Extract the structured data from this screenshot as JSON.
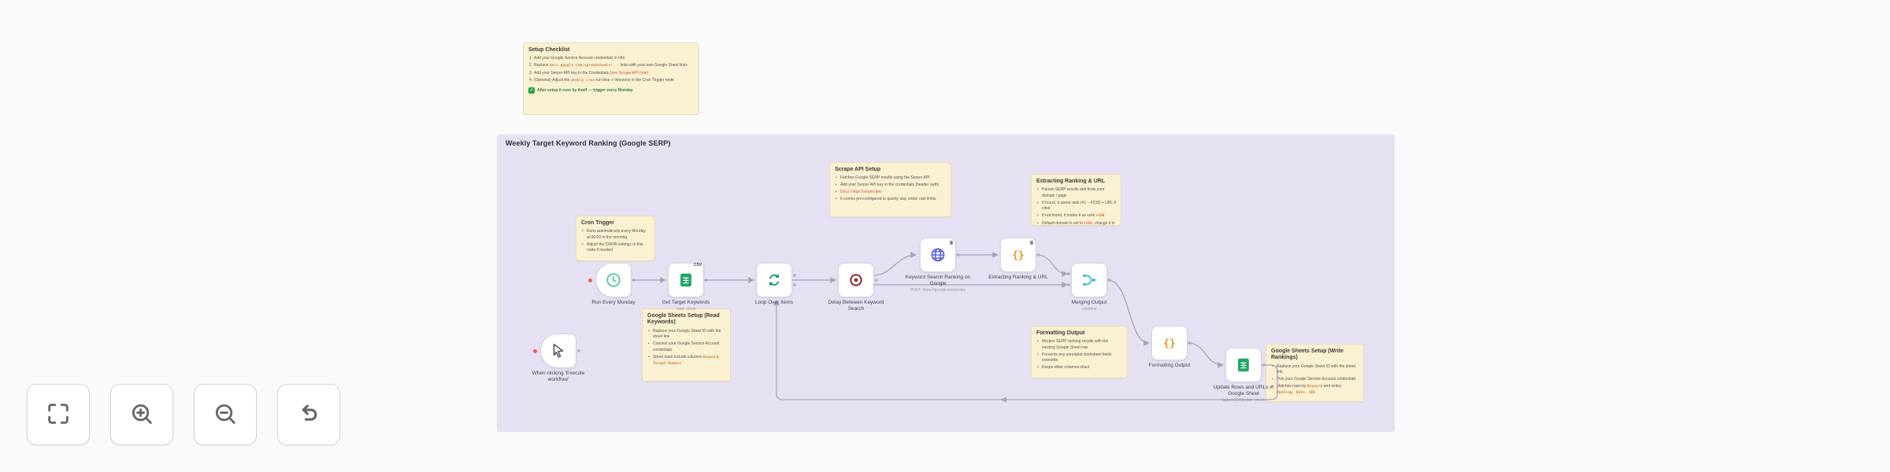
{
  "workflow": {
    "title": "Weekly Target Keyword Ranking (Google SERP)"
  },
  "stickies": {
    "setup_checklist": {
      "title": "Setup Checklist",
      "items": [
        "Add your Google Service Account credentials in n8n",
        "Replace `docs.google.com/spreadsheets/...` links with your own Google Sheet links",
        "Add your Serper API key in the Credentials [[(see Scrape API note)]]",
        "(Optional) Adjust the `weekly cron` run time + timezone in the Cron Trigger node"
      ],
      "note": "After setup it runs by itself — trigger every Monday"
    },
    "cron_trigger": {
      "title": "Cron Trigger",
      "items": [
        "Runs automatically every Monday at 06:00 in the morning",
        "Adjust the CRON settings in this node if needed"
      ]
    },
    "scrape_api": {
      "title": "Scrape API Setup",
      "items": [
        "Fetches Google SERP results using the Serper API",
        "Add your Serper API key in the credentials (header auth)",
        "[[Docs: https://serper.dev]]",
        "It comes pre-configured to quietly stay under rate limits"
      ]
    },
    "extracting": {
      "title": "Extracting Ranking & URL",
      "items": [
        "Parses SERP results and finds your domain / page",
        "If found, it saves rank (#1 – #100) + URL it cited",
        "If not found, it marks it as rank `>100`",
        "Default domain is set in [[code]], change it to yours"
      ]
    },
    "read_keywords": {
      "title": "Google Sheets Setup (Read Keywords)",
      "items": [
        "Replace your Google Sheet ID with the sheet link",
        "Connect your Google Service Account credentials",
        "Sheet must include columns `Keyword`, `Target Domain`"
      ]
    },
    "formatting": {
      "title": "Formatting Output",
      "items": [
        "Merges SERP ranking results with the existing Google Sheet row",
        "Prevents any unrelated worksheet fields overwrite",
        "Keeps other columns intact"
      ]
    },
    "write_rankings": {
      "title": "Google Sheets Setup (Write Rankings)",
      "items": [
        "Replace your Google Sheet ID with the sheet link",
        "Pick your Google Service Account credentials",
        "Matches rows by `Keyword` and writes `Ranking, Date, URL`"
      ]
    }
  },
  "nodes": [
    {
      "id": "manual-trigger",
      "label": "When clicking ‘Execute workflow’",
      "icon": "cursor",
      "type": "trigger",
      "issue": true
    },
    {
      "id": "schedule-trigger",
      "label": "Run Every Monday",
      "icon": "clock",
      "type": "trigger",
      "issue": true
    },
    {
      "id": "get-keywords",
      "label": "Get Target Keywords",
      "subtitle": "read: sheet",
      "badge": "CSV",
      "icon": "sheets"
    },
    {
      "id": "loop",
      "label": "Loop Over Items",
      "icon": "loop"
    },
    {
      "id": "delay",
      "label": "Delay Between Keyword Search",
      "icon": "target"
    },
    {
      "id": "serp-request",
      "label": "Keyword Search Ranking on Google",
      "subtitle": "POST: https://google.serper.dev",
      "icon": "globe",
      "badge_dot": true
    },
    {
      "id": "extract-code",
      "label": "Extracting Ranking & URL",
      "icon": "code",
      "badge_dot": true
    },
    {
      "id": "merge",
      "label": "Merging Output",
      "subtitle": "combine",
      "icon": "merge"
    },
    {
      "id": "format-code",
      "label": "Formatting Output",
      "icon": "code"
    },
    {
      "id": "update-sheet",
      "label": "Update Rows and URLs in Google Sheet",
      "subtitle": "appendOrUpdate: sheet",
      "icon": "sheets"
    }
  ],
  "toolbar": {
    "buttons": [
      {
        "id": "fit-view",
        "icon": "fit-view-icon"
      },
      {
        "id": "zoom-in",
        "icon": "zoom-in-icon"
      },
      {
        "id": "zoom-out",
        "icon": "zoom-out-icon"
      },
      {
        "id": "undo",
        "icon": "undo-icon"
      }
    ]
  },
  "colors": {
    "canvas_bg": "#e5e1f3",
    "sticky_bg": "#faf0d2",
    "edge": "#a8a4b6",
    "sheets_green": "#1fa463",
    "loop_green": "#13a06b",
    "clock_teal": "#43c79c",
    "target_maroon": "#8e2f2f",
    "http_indigo": "#4a57d8",
    "code_orange": "#ef9324",
    "merge_cyan": "#35b6d9",
    "issue_red": "#e9604a",
    "note_green": "#27a04a"
  }
}
